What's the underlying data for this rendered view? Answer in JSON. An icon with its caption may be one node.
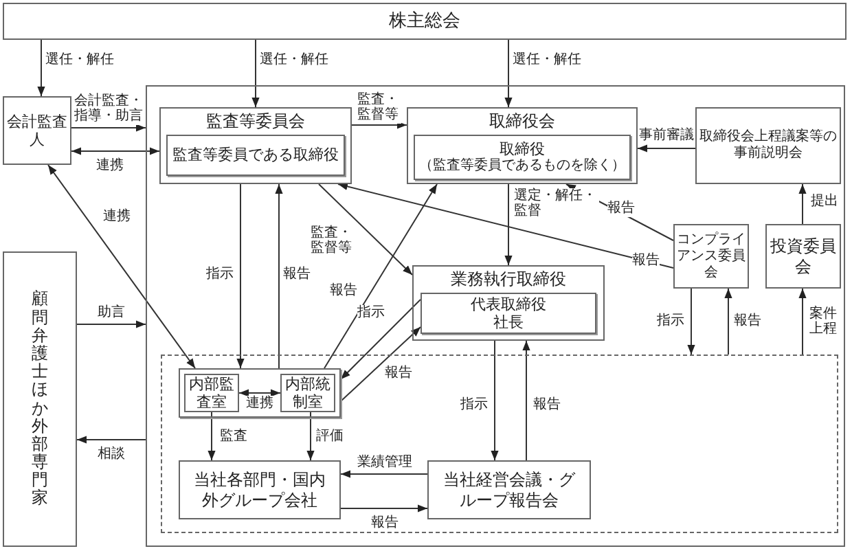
{
  "diagram": {
    "nodes": [
      {
        "text": [
          "株主総会"
        ]
      },
      {
        "text": [
          "会計監査人"
        ]
      },
      {
        "text": [],
        "shape": "box"
      },
      {
        "text": [
          "監査等委員会"
        ],
        "in": 2
      },
      {
        "text": [
          "監査等委員である取締役"
        ],
        "in": 3
      },
      {
        "text": [
          "取締役会"
        ],
        "in": 2
      },
      {
        "text": [
          "取締役",
          "（監査等委員であるものを除く）"
        ],
        "in": 5
      },
      {
        "text": [
          "取締役会上程議案等の事前説明会"
        ],
        "in": 2
      },
      {
        "text": [
          "業務執行取締役"
        ],
        "in": 2
      },
      {
        "text": [
          "代表取締役",
          "社長"
        ],
        "in": 8
      },
      {
        "text": [
          "コンプライアンス委員会"
        ],
        "in": 2
      },
      {
        "text": [
          "投資委員会"
        ],
        "in": 2
      },
      {
        "text": [
          "顧問弁護士ほか外部専門家"
        ]
      },
      {
        "text": [],
        "shape": "box",
        "in": 2
      },
      {
        "text": [],
        "shape": "box",
        "in": 13
      },
      {
        "text": [
          "内部監査室"
        ],
        "in": 14
      },
      {
        "text": [
          "内部統制室"
        ],
        "in": 14
      },
      {
        "text": [
          "当社各部門・国内外グループ会社"
        ],
        "in": 13
      },
      {
        "text": [
          "当社経営会議・グループ報告会"
        ],
        "in": 13
      }
    ],
    "edges": [
      {
        "from": 0,
        "to": 1,
        "arrow": "to",
        "label": "選任・解任"
      },
      {
        "from": 0,
        "to": 3,
        "arrow": "to",
        "label": "選任・解任"
      },
      {
        "from": 0,
        "to": 5,
        "arrow": "to",
        "label": "選任・解任"
      },
      {
        "from": 1,
        "to": 2,
        "arrow": "to",
        "label": "会計監査・指導・助言"
      },
      {
        "from": 1,
        "to": 3,
        "arrow": "both",
        "label": "連携"
      },
      {
        "from": 3,
        "to": 5,
        "arrow": "to",
        "label": "監査・監督等"
      },
      {
        "from": 7,
        "to": 5,
        "arrow": "to",
        "label": "事前審議"
      },
      {
        "from": 11,
        "to": 7,
        "arrow": "to",
        "label": "提出"
      },
      {
        "from": 5,
        "to": 8,
        "arrow": "to",
        "label": "選定・解任・監督"
      },
      {
        "from": 10,
        "to": 5,
        "arrow": "to",
        "label": "報告"
      },
      {
        "from": 10,
        "to": 3,
        "arrow": "to",
        "label": "報告"
      },
      {
        "from": 3,
        "to": 8,
        "arrow": "to",
        "label": "監査・監督等"
      },
      {
        "from": 3,
        "to": 14,
        "arrow": "to",
        "label": "指示"
      },
      {
        "from": 14,
        "to": 3,
        "arrow": "to",
        "label": "報告"
      },
      {
        "from": 14,
        "to": 5,
        "arrow": "to",
        "label": "報告"
      },
      {
        "from": 9,
        "to": 14,
        "arrow": "to",
        "label": "指示"
      },
      {
        "from": 14,
        "to": 9,
        "arrow": "to",
        "label": "報告"
      },
      {
        "from": 15,
        "to": 16,
        "arrow": "both",
        "label": "連携"
      },
      {
        "from": 15,
        "to": 17,
        "arrow": "to",
        "label": "監査"
      },
      {
        "from": 16,
        "to": 17,
        "arrow": "to",
        "label": "評価"
      },
      {
        "from": 18,
        "to": 17,
        "arrow": "to",
        "label": "業績管理"
      },
      {
        "from": 17,
        "to": 18,
        "arrow": "to",
        "label": "報告"
      },
      {
        "from": 8,
        "to": 18,
        "arrow": "to",
        "label": "指示"
      },
      {
        "from": 18,
        "to": 8,
        "arrow": "to",
        "label": "報告"
      },
      {
        "from": 10,
        "to": 13,
        "arrow": "to",
        "label": "指示"
      },
      {
        "from": 13,
        "to": 10,
        "arrow": "to",
        "label": "報告"
      },
      {
        "from": 13,
        "to": 11,
        "arrow": "to",
        "label": "案件上程"
      },
      {
        "from": 12,
        "to": 2,
        "arrow": "to",
        "label": "助言"
      },
      {
        "from": 2,
        "to": 12,
        "arrow": "to",
        "label": "相談"
      },
      {
        "from": 1,
        "to": 14,
        "arrow": "both",
        "label": "連携"
      }
    ]
  }
}
